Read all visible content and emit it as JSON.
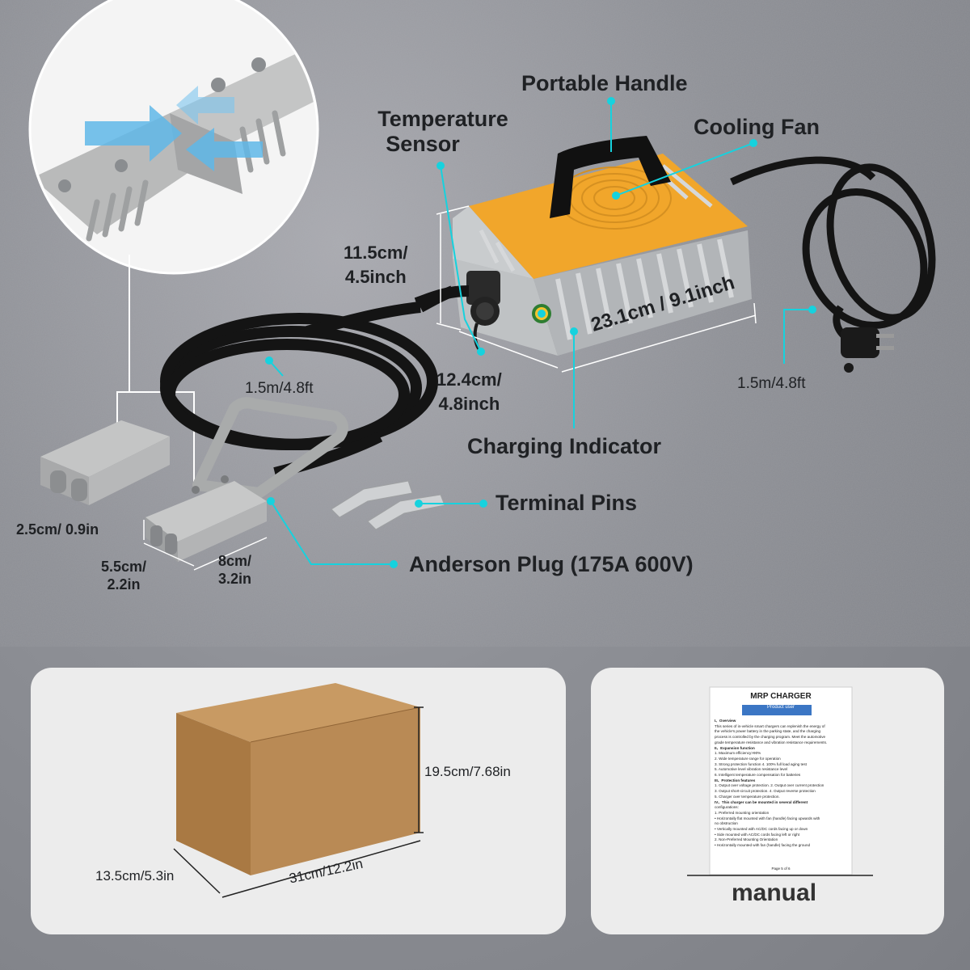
{
  "callouts": {
    "portable_handle": "Portable Handle",
    "temperature_sensor_line1": "Temperature",
    "temperature_sensor_line2": "Sensor",
    "cooling_fan": "Cooling Fan",
    "charging_indicator": "Charging Indicator",
    "terminal_pins": "Terminal Pins",
    "anderson_plug": "Anderson Plug (175A 600V)"
  },
  "dimensions": {
    "charger_height_line1": "11.5cm/",
    "charger_height_line2": "4.5inch",
    "charger_width_line1": "12.4cm/",
    "charger_width_line2": "4.8inch",
    "charger_length": "23.1cm / 9.1inch",
    "output_cable_length": "1.5m/4.8ft",
    "input_cable_length": "1.5m/4.8ft",
    "plug_height": "2.5cm/ 0.9in",
    "plug_width_line1": "5.5cm/",
    "plug_width_line2": "2.2in",
    "plug_length_line1": "8cm/",
    "plug_length_line2": "3.2in",
    "box_height": "19.5cm/7.68in",
    "box_depth": "13.5cm/5.3in",
    "box_length": "31cm/12.2in"
  },
  "manual": {
    "label": "manual",
    "doc_title": "MRP CHARGER",
    "doc_subtitle": "Product user",
    "lines": [
      "I、Overview",
      "This series of in-vehicle smart chargers can replenish the energy of",
      "the vehicle's power battery in the parking state, and the charging",
      "process is controlled by the charging program. Meet the automotive",
      "grade temperature resistance and vibration resistance requirements.",
      "II、Expansion function",
      "1. Maximum efficiency>90%",
      "2. Wide temperature range for operation",
      "3. Strong protection function        4. 100% full load aging test",
      "5. Automotive level vibration resistance level",
      "6. Intelligent temperature compensation for batteries",
      "III、Protection features",
      "1. Output over voltage protection.   2. Output over current protection",
      "3. Output short-circuit protection.  4. Output reverse protection",
      "5. Charger over temperature protection.",
      "IV、This charger can be mounted in several different",
      "configurations:",
      "1. Preferred mounting orientation",
      "• Horizontally flat mounted with fan (handle) facing upwards with",
      "  no obstruction",
      "• Vertically mounted with AC/DC cords facing up or down",
      "• Side mounted with AC/DC cords facing left or right",
      "2. Non-Preferred Mounting Orientation",
      "• Horizontally mounted with fan (handle) facing the ground"
    ],
    "page": "Page 5 of 6"
  },
  "colors": {
    "accent": "#16d2de",
    "charger_lid": "#f0a42a",
    "charger_body": "#b9bcbf",
    "plug_gray": "#a9abab",
    "cable": "#141414",
    "box": "#b98a55",
    "text": "#1f2124",
    "panel": "#ececec"
  }
}
